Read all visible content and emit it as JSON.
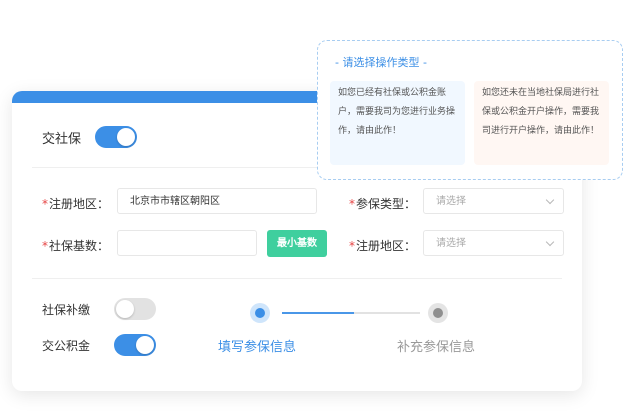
{
  "form": {
    "top_toggle_label": "交社保",
    "top_toggle_on": true,
    "region_label": "注册地区：",
    "region_value": "北京市市辖区朝阳区",
    "insurance_type_label": "参保类型：",
    "insurance_type_placeholder": "请选择",
    "base_label": "社保基数：",
    "base_value": "",
    "min_base_button": "最小基数",
    "region2_label": "注册地区：",
    "region2_placeholder": "请选择",
    "supplement_label": "社保补缴",
    "supplement_on": false,
    "housing_fund_label": "交公积金",
    "housing_fund_on": true
  },
  "steps": [
    {
      "label": "填写参保信息",
      "state": "active"
    },
    {
      "label": "补充参保信息",
      "state": "inactive"
    }
  ],
  "popover": {
    "title": "- 请选择操作类型 -",
    "options": [
      {
        "text": "如您已经有社保或公积金账户，需要我司为您进行业务操作，请由此作！"
      },
      {
        "text": "如您还未在当地社保局进行社保或公积金开户操作，需要我司进行开户操作，请由此作！"
      }
    ]
  },
  "colors": {
    "accent": "#3c8fe6",
    "green": "#3fcf9e",
    "required": "#e64545"
  }
}
